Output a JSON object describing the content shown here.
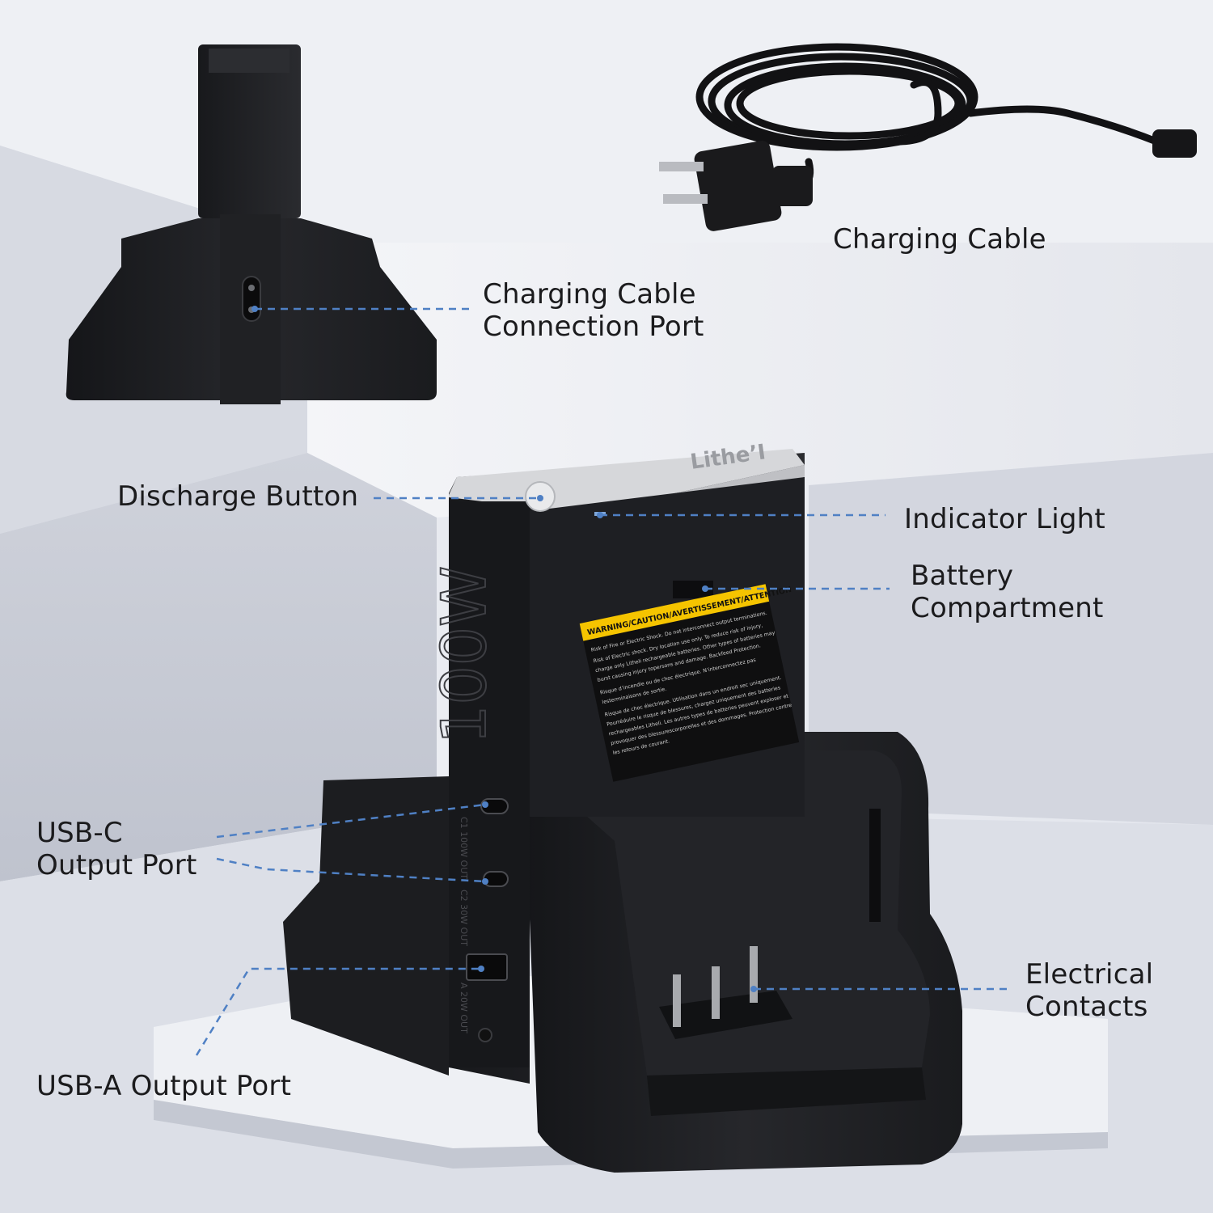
{
  "product": {
    "brand": "Lithe’I",
    "wattage_label": "100W",
    "port_labels": [
      "C1 100W OUT",
      "C2 30W OUT",
      "A 20W OUT"
    ],
    "warning_label": {
      "header": "WARNING/CAUTION/AVERTISSEMENT/ATTENTION",
      "lines": [
        "Risk of Fire or Electric Shock. Do not interconnect output terminations.",
        "Risk of Electric shock. Dry location use only. To reduce risk of injury,",
        "charge only Litheli rechargeable batteries. Other types of batteries may",
        "burst causing injury topersons and damage. Backfeed Protection.",
        "Risque d’incendie ou de choc électrique. N’interconnectez pas",
        "lesterminaisons de sortie.",
        "Risque de choc électrique. Utilisation dans un endroit sec uniquement.",
        "Pourréduire le risque de blessures, chargez uniquement des batteries",
        "rechargeables Litheli. Les autres types de batteries peuvent exploser et",
        "provoquer des blessurescorporelles et des dommages. Protection contre",
        "les retours de courant."
      ]
    }
  },
  "callouts": {
    "charging_cable": [
      "Charging Cable"
    ],
    "cable_port": [
      "Charging Cable",
      "Connection Port"
    ],
    "discharge_button": [
      "Discharge Button"
    ],
    "indicator_light": [
      "Indicator Light"
    ],
    "battery_compartment": [
      "Battery",
      "Compartment"
    ],
    "usb_c": [
      "USB-C",
      "Output Port"
    ],
    "electrical_contacts": [
      "Electrical",
      "Contacts"
    ],
    "usb_a": [
      "USB-A Output Port"
    ]
  },
  "colors": {
    "background": "#e6e8ee",
    "leader_line": "#4f80c4",
    "device": "#1c1d20",
    "device_light": "#2b2c30",
    "battery_cap": "#d8d9dc",
    "warning_yellow": "#f5c400"
  }
}
